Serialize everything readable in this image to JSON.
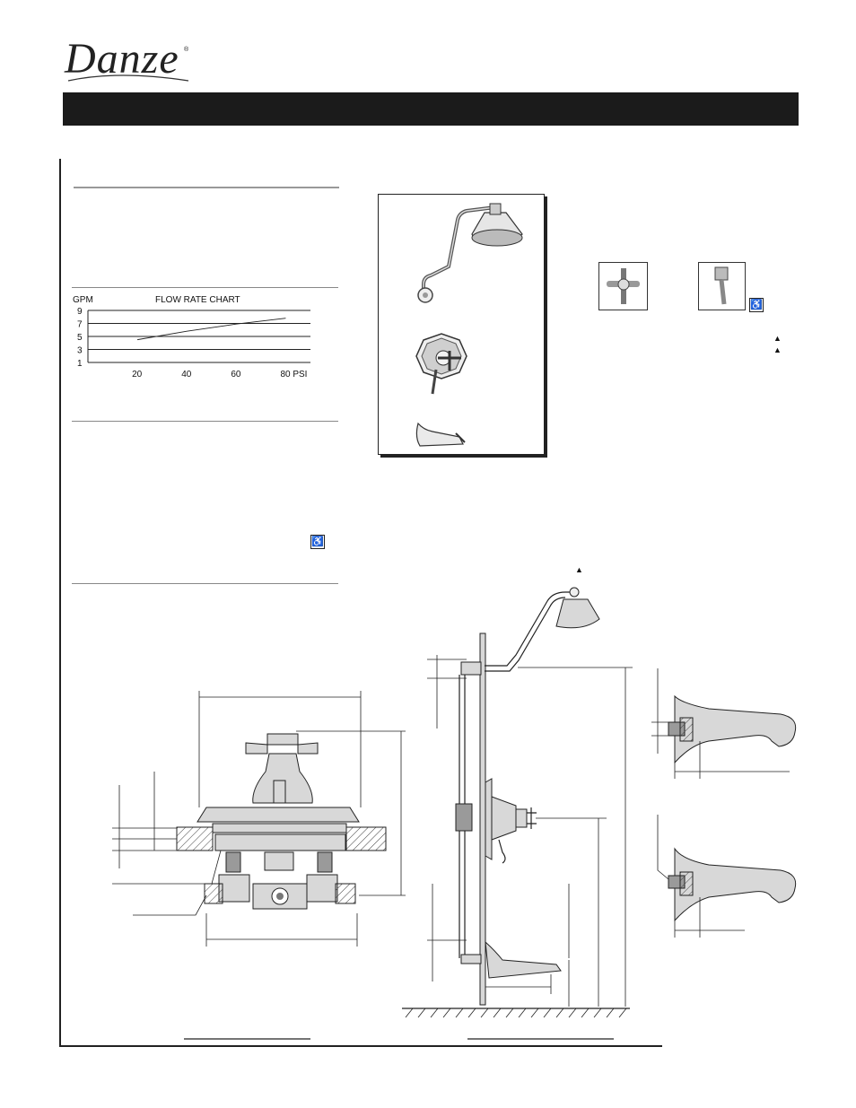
{
  "brand": {
    "logo_text": "Danze",
    "registered_mark": "®"
  },
  "chart_data": {
    "type": "line",
    "title": "FLOW RATE CHART",
    "ylabel": "GPM",
    "xlabel": "",
    "x_ticks": [
      "20",
      "40",
      "60",
      "80 PSI"
    ],
    "y_ticks": [
      "9",
      "7",
      "5",
      "3",
      "1"
    ],
    "xlim": [
      0,
      90
    ],
    "ylim": [
      1,
      9
    ],
    "grid": true,
    "series": [
      {
        "x": [
          20,
          40,
          60,
          80
        ],
        "y": [
          4.5,
          5.8,
          6.9,
          7.8
        ]
      }
    ]
  },
  "icons": {
    "accessibility": "wheelchair-icon",
    "triangle": "triangle-marker-icon"
  },
  "glyphs": {
    "wheelchair": "♿",
    "triangle": "▲"
  },
  "colors": {
    "title_bar": "#1b1b1b",
    "rule": "#888888",
    "line": "#222222"
  }
}
